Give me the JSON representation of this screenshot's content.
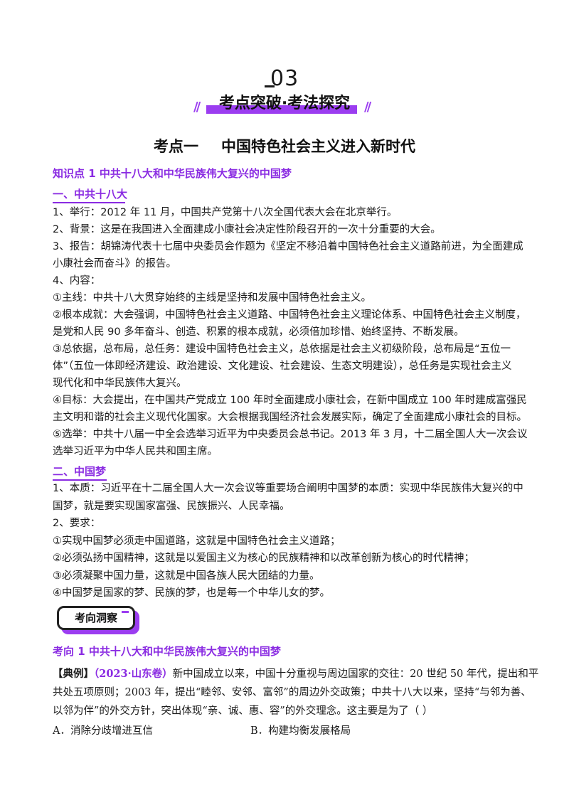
{
  "header": {
    "section_number": "03",
    "banner_title": "考点突破·考法探究",
    "slash_left": "//",
    "slash_right": "//"
  },
  "topic_title_part1": "考点一",
  "topic_title_part2": "中国特色社会主义进入新时代",
  "knowledge_point": "知识点 1  中共十八大和中华民族伟大复兴的中国梦",
  "section1": {
    "heading": "一、中共十八大",
    "lines": [
      "1、举行：2012 年 11 月，中国共产党第十八次全国代表大会在北京举行。",
      "2、背景：这是在我国进入全面建成小康社会决定性阶段召开的一次十分重要的大会。",
      "3、报告：胡锦涛代表十七届中央委员会作题为《坚定不移沿着中国特色社会主义道路前进，为全面建成",
      "小康社会而奋斗》的报告。",
      "4、内容：",
      "①主线：中共十八大贯穿始终的主线是坚持和发展中国特色社会主义。",
      "②根本成就：大会强调，中国特色社会主义道路、中国特色社会主义理论体系、中国特色社会主义制度，",
      "是党和人民 90 多年奋斗、创造、积累的根本成就，必须倍加珍惜、始终坚持、不断发展。",
      "③总依据，总布局，总任务：建设中国特色社会主义，总依据是社会主义初级阶段，总布局是“五位一",
      "体”（五位一体即经济建设、政治建设、文化建设、社会建设、生态文明建设），总任务是实现社会主义",
      "现代化和中华民族伟大复兴。",
      "④目标：大会提出，在中国共产党成立 100 年时全面建成小康社会，在新中国成立 100 年时建成富强民",
      "主文明和谐的社会主义现代化国家。大会根据我国经济社会发展实际，确定了全面建成小康社会的目标。",
      "⑤选举：中共十八届一中全会选举习近平为中央委员会总书记。2013 年 3 月，十二届全国人大一次会议",
      "选举习近平为中华人民共和国主席。"
    ]
  },
  "section2": {
    "heading": "二、中国梦",
    "lines": [
      "1、本质：习近平在十二届全国人大一次会议等重要场合阐明中国梦的本质：实现中华民族伟大复兴的中",
      "国梦，就是要实现国家富强、民族振兴、人民幸福。",
      "2、要求：",
      "①实现中国梦必须走中国道路，这就是中国特色社会主义道路；",
      "②必须弘扬中国精神，这就是以爱国主义为核心的民族精神和以改革创新为核心的时代精神；",
      "③必须凝聚中国力量，这就是中国各族人民大团结的力量。",
      "④中国梦是国家的梦、民族的梦，也是每一个中华儿女的梦。"
    ]
  },
  "badge_label": "考向洞察",
  "direction_title": "考向 1  中共十八大和中华民族伟大复兴的中国梦",
  "example": {
    "tag": "【典例】",
    "source": "（2023·山东卷）",
    "line1_rest": "新中国成立以来，中国十分重视与周边国家的交往：20 世纪 50 年代，提出和平",
    "line2": "共处五项原则；2003 年，提出“睦邻、安邻、富邻”的周边外交政策；中共十八大以来，坚持“与邻为善、",
    "line3": "以邻为伴”的外交方针，突出体现“亲、诚、惠、容”的外交理念。这主要是为了（      ）",
    "option_a": "A．消除分歧增进互信",
    "option_b": "B．构建均衡发展格局"
  },
  "colors": {
    "accent": "#9b3df0",
    "heading_purple": "#8a2be2",
    "text": "#1a1a1a"
  }
}
